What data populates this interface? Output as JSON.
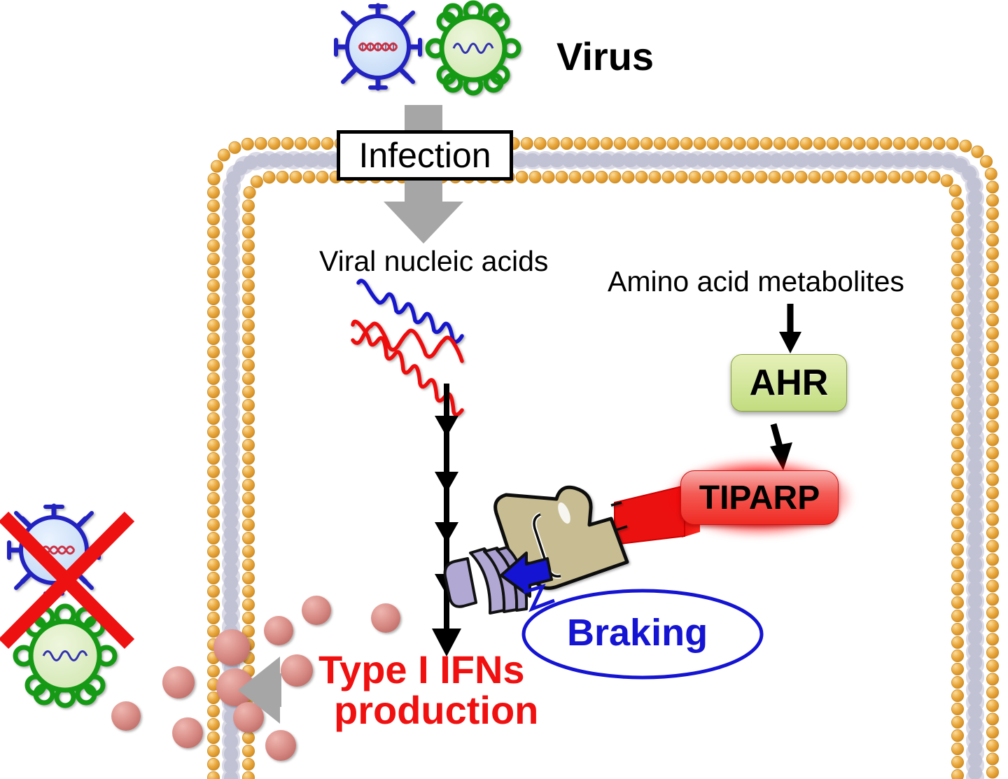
{
  "figure": {
    "type": "biological-pathway-diagram",
    "topic": "AHR-TIPARP braking of type I interferon production during viral infection"
  },
  "labels": {
    "virus": "Virus",
    "infection": "Infection",
    "viral_nucleic_acids": "Viral nucleic acids",
    "amino_acid_metabolites": "Amino acid metabolites",
    "ahr": "AHR",
    "tiparp": "TIPARP",
    "braking": "Braking",
    "ifn_line1": "Type I IFNs",
    "ifn_line2": "production"
  },
  "colors": {
    "virus_blue_capsid_stroke": "#2222c0",
    "virus_blue_capsid_fill": "#cfe0f7",
    "virus_blue_genome": "#cc3344",
    "virus_green_capsid_stroke": "#129a12",
    "virus_green_capsid_fill": "#dceec0",
    "virus_green_genome": "#3030b0",
    "membrane_head": "#e8a43a",
    "membrane_tail": "#b9b9cf",
    "gray_arrow": "#a6a6a6",
    "signal_arrow_black": "#000000",
    "ahr_green": "#c2dc7e",
    "tiparp_red": "#ef2a22",
    "braking_blue": "#1414d2",
    "ifn_red": "#f01010",
    "ifn_particle": "#d98080",
    "brake_lever_tan": "#c8bd92",
    "brake_pad_purple": "#b2a8d4",
    "blue_arrow": "#1414d2",
    "cross_out_red": "#ee1111"
  },
  "elements": {
    "viruses_top": [
      {
        "name": "blue-spiked-virus",
        "genome": "double-helix",
        "genome_color": "#cc3344"
      },
      {
        "name": "green-knobbed-virus",
        "genome": "single-strand-wave",
        "genome_color": "#3030b0"
      }
    ],
    "viruses_blocked": [
      {
        "name": "blue-spiked-virus",
        "crossed_out": true
      },
      {
        "name": "green-knobbed-virus",
        "crossed_out": true
      }
    ],
    "nucleic_acid_strands": [
      {
        "name": "single-stranded-rna",
        "color": "#1818cc",
        "style": "wave"
      },
      {
        "name": "double-stranded-rna",
        "color": "#ee1111",
        "style": "helix"
      }
    ],
    "signal_cascade_arrowheads": 5,
    "ifn_particle_count": 12,
    "membrane": {
      "name": "lipid-bilayer",
      "shape": "inverted-U cell boundary"
    }
  }
}
